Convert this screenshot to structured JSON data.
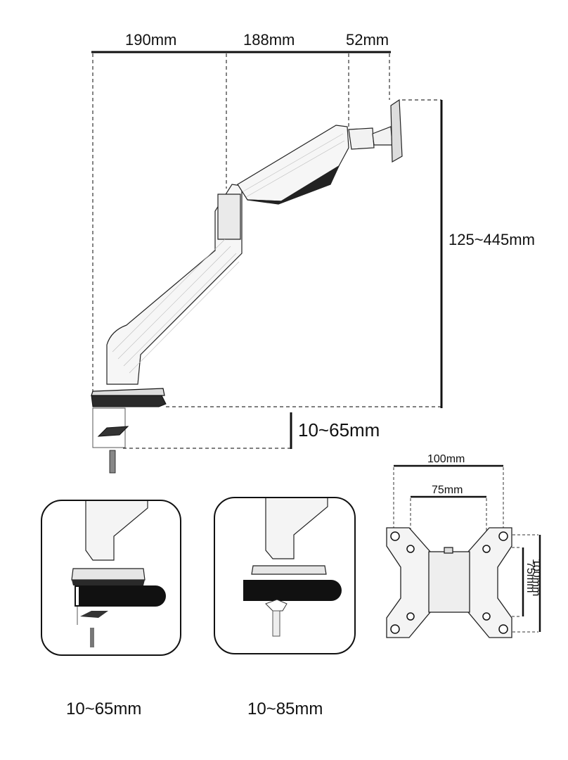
{
  "top_dimensions": {
    "segment_1": "190mm",
    "segment_2": "188mm",
    "segment_3": "52mm"
  },
  "height_range": "125~445mm",
  "clamp_range_main": "10~65mm",
  "vesa": {
    "outer": "100mm",
    "inner": "75mm",
    "outer_vertical": "100mm",
    "inner_vertical": "75mm"
  },
  "install_options": [
    {
      "caption": "10~65mm",
      "type": "clamp"
    },
    {
      "caption": "10~85mm",
      "type": "grommet"
    }
  ]
}
